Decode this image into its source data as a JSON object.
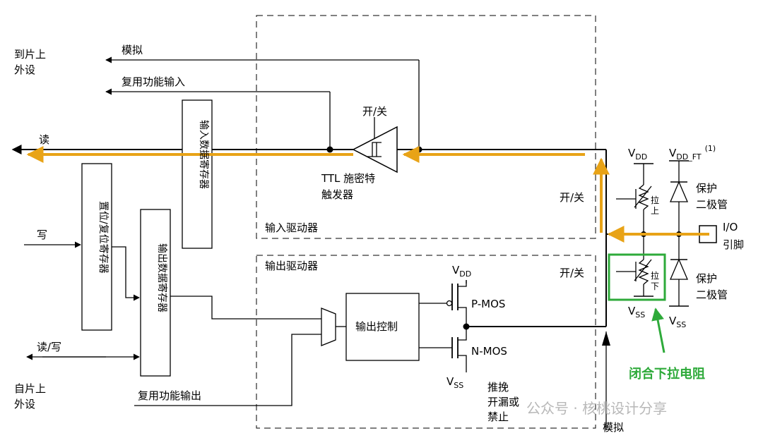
{
  "labels": {
    "to_peripheral_1": "到片上",
    "to_peripheral_2": "外设",
    "analog": "模拟",
    "alt_func_in": "复用功能输入",
    "read": "读",
    "switch_top": "开/关",
    "input_data_register": "输入数据寄存器",
    "ttl_1": "TTL 施密特",
    "ttl_2": "触发器",
    "switch_mid": "开/关",
    "input_driver": "输入驱动器",
    "output_driver": "输出驱动器",
    "switch_out": "开/关",
    "write": "写",
    "set_reset_register": "置位/复位寄存器",
    "output_data_register": "输出数据寄存器",
    "output_control": "输出控制",
    "pmos": "P-MOS",
    "nmos": "N-MOS",
    "vdd_out": "V",
    "vdd_out_sub": "DD",
    "vss_out": "V",
    "vss_out_sub": "SS",
    "read_write": "读/写",
    "from_peripheral_1": "自片上",
    "from_peripheral_2": "外设",
    "alt_func_out": "复用功能输出",
    "push_pull_1": "推挽",
    "push_pull_2": "开漏或",
    "push_pull_3": "禁止",
    "analog_bottom": "模拟",
    "vdd_right": "V",
    "vdd_right_sub": "DD",
    "vdd_ft": "V",
    "vdd_ft_sub": "DD_FT",
    "vdd_ft_note": "(1)",
    "pull_up_1": "拉",
    "pull_up_2": "上",
    "pull_down_1": "拉",
    "pull_down_2": "下",
    "protect_diode_top_1": "保护",
    "protect_diode_top_2": "二极管",
    "protect_diode_bot_1": "保护",
    "protect_diode_bot_2": "二极管",
    "io_1": "I/O",
    "io_2": "引脚",
    "vss_pd": "V",
    "vss_pd_sub": "SS",
    "vss_diode": "V",
    "vss_diode_sub": "SS",
    "annotation": "闭合下拉电阻",
    "watermark": "公众号 · 核桃设计分享"
  },
  "colors": {
    "signal_path": "#E8A317",
    "highlight": "#2EAA3A",
    "line": "#000000",
    "watermark": "#b8b8b8"
  }
}
